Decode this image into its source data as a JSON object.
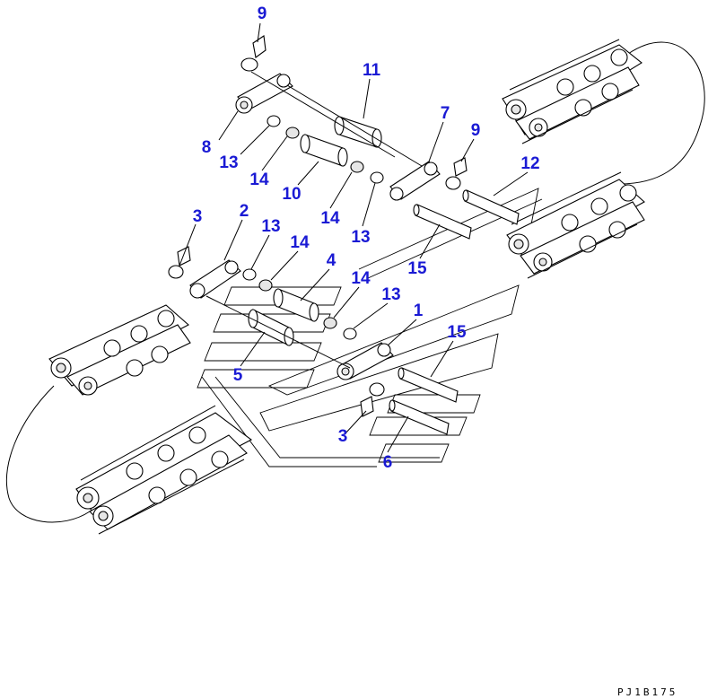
{
  "figure": {
    "reference_code": "PJ1B175",
    "callout_color": "#1a1ad4",
    "callouts": [
      {
        "id": "c9a",
        "text": "9"
      },
      {
        "id": "c11",
        "text": "11"
      },
      {
        "id": "c7",
        "text": "7"
      },
      {
        "id": "c9b",
        "text": "9"
      },
      {
        "id": "c12",
        "text": "12"
      },
      {
        "id": "c8",
        "text": "8"
      },
      {
        "id": "c13a",
        "text": "13"
      },
      {
        "id": "c14a",
        "text": "14"
      },
      {
        "id": "c10",
        "text": "10"
      },
      {
        "id": "c14b",
        "text": "14"
      },
      {
        "id": "c13b",
        "text": "13"
      },
      {
        "id": "c15a",
        "text": "15"
      },
      {
        "id": "c3a",
        "text": "3"
      },
      {
        "id": "c2",
        "text": "2"
      },
      {
        "id": "c13c",
        "text": "13"
      },
      {
        "id": "c14c",
        "text": "14"
      },
      {
        "id": "c4",
        "text": "4"
      },
      {
        "id": "c14d",
        "text": "14"
      },
      {
        "id": "c13d",
        "text": "13"
      },
      {
        "id": "c1",
        "text": "1"
      },
      {
        "id": "c15b",
        "text": "15"
      },
      {
        "id": "c5",
        "text": "5"
      },
      {
        "id": "c3b",
        "text": "3"
      },
      {
        "id": "c6",
        "text": "6"
      }
    ]
  }
}
